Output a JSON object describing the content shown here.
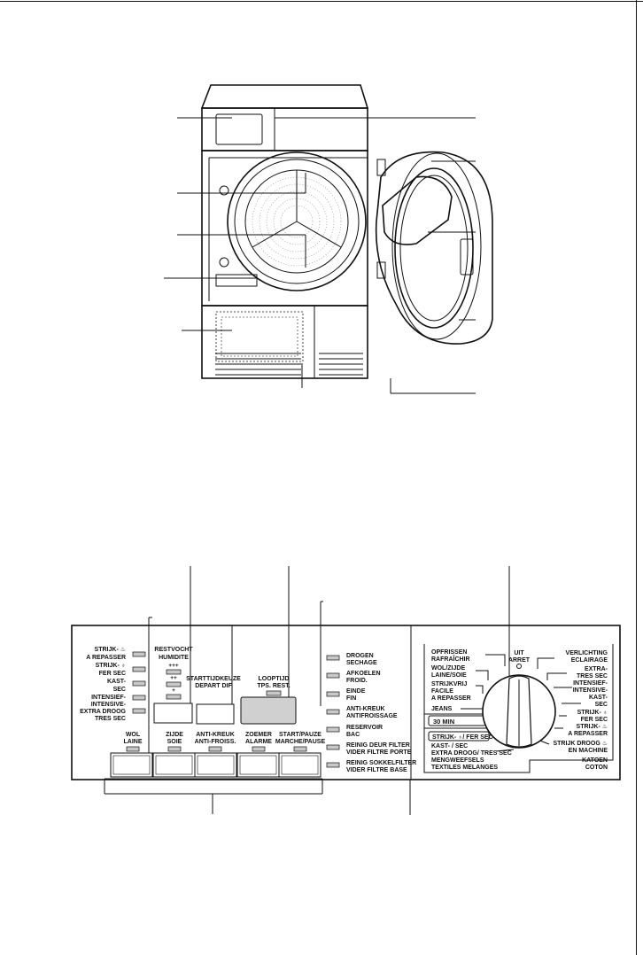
{
  "left_programs": {
    "items": [
      "STRIJK- ♨",
      "A REPASSER",
      "STRIJK- ♁",
      "FER SEC",
      "KAST-",
      "SEC",
      "INTENSIEF-",
      "INTENSIVE-",
      "EXTRA DROOG",
      "TRES SEC"
    ]
  },
  "restvocht": {
    "label1": "RESTVOCHT",
    "label2": "HUMIDITE",
    "levels": [
      "+++",
      "++",
      "+"
    ]
  },
  "starttijd": {
    "label1": "STARTTIJDKEUZE",
    "label2": "DEPART DIF"
  },
  "looptijd": {
    "label1": "LOOPTIJD",
    "label2": "TPS. REST."
  },
  "buttons": [
    {
      "l1": "WOL",
      "l2": "LAINE"
    },
    {
      "l1": "ZIJDE",
      "l2": "SOIE"
    },
    {
      "l1": "ANTI-KREUK",
      "l2": "ANTI-FROISS."
    },
    {
      "l1": "ZOEMER",
      "l2": "ALARME"
    },
    {
      "l1": "START/PAUZE",
      "l2": "MARCHE/PAUSE"
    }
  ],
  "status": [
    {
      "l1": "DROGEN",
      "l2": "SECHAGE"
    },
    {
      "l1": "AFKOELEN",
      "l2": "FROID."
    },
    {
      "l1": "EINDE",
      "l2": "FIN"
    },
    {
      "l1": "ANTI-KREUK",
      "l2": "ANTIFROISSAGE"
    },
    {
      "l1": "RESERVOIR",
      "l2": "BAC"
    },
    {
      "l1": "REINIG DEUR FILTER",
      "l2": "VIDER FILTRE PORTE"
    },
    {
      "l1": "REINIG SOKKELFILTER",
      "l2": "VIDER FILTRE BASE"
    }
  ],
  "dial_left": {
    "opfrissen1": "OPFRISSEN",
    "opfrissen2": "RAFRAÎCHIR",
    "wol1": "WOL/ZIJDE",
    "wol2": "LAINE/SOIE",
    "strijkvrij1": "STRIJKVRIJ",
    "strijkvrij2": "FACILE",
    "strijkvrij3": "A REPASSER",
    "jeans": "JEANS",
    "min30": "30 MIN",
    "strijkfer": "STRIJK- ♁/ FER SEC",
    "kastsec": "KAST- / SEC",
    "extra": "EXTRA DROOG/ TRES SEC",
    "meng1": "MENGWEEFSELS",
    "meng2": "TEXTILES MELANGES"
  },
  "dial_top": {
    "l1": "UIT",
    "l2": "ARRET"
  },
  "dial_right": {
    "verl1": "VERLICHTING",
    "verl2": "ECLAIRAGE",
    "extra1": "EXTRA-",
    "extra2": "TRES SEC",
    "int1": "INTENSIEF-",
    "int2": "INTENSIVE-",
    "kast1": "KAST-",
    "kast2": "SEC",
    "strijk1": "STRIJK- ♁",
    "strijk2": "FER SEC",
    "strijkv1": "STRIJK- ♨",
    "strijkv2": "A REPASSER",
    "droog1": "STRIJK DROOG ♨",
    "droog2": "EN MACHINE",
    "kat1": "KATOEN",
    "kat2": "COTON"
  }
}
